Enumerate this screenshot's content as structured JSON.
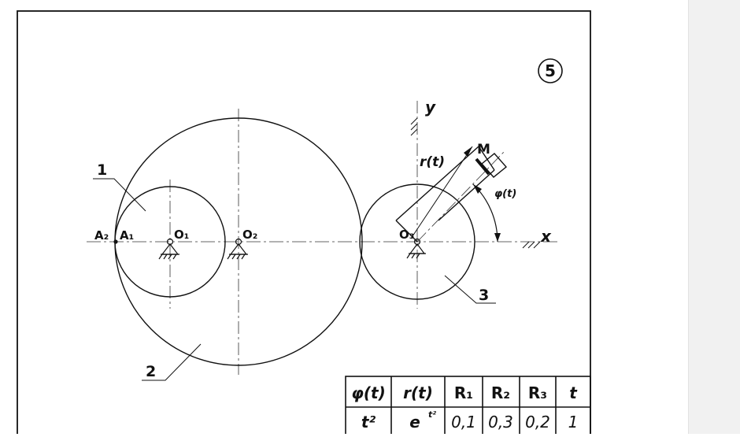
{
  "sheet_number": "5",
  "labels": {
    "link1": "1",
    "link2": "2",
    "link3": "3",
    "A2": "A₂",
    "A1": "A₁",
    "O1": "O₁",
    "O2": "O₂",
    "O3": "O₃",
    "M": "M",
    "r_t": "r(t)",
    "phi_t": "φ(t)",
    "axis_x": "x",
    "axis_y": "y"
  },
  "table": {
    "headers": [
      "φ(t)",
      "r(t)",
      "R₁",
      "R₂",
      "R₃",
      "t"
    ],
    "row": [
      "t²",
      "e",
      "0,1",
      "0,3",
      "0,2",
      "1"
    ],
    "r_exponent": "t²"
  }
}
